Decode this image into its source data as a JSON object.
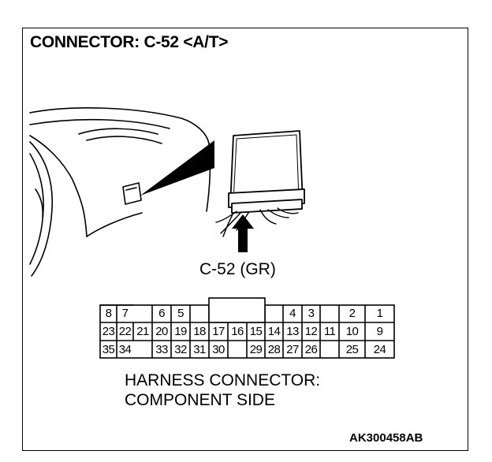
{
  "title": "CONNECTOR: C-52 <A/T>",
  "connector_label": "C-52 (GR)",
  "caption": {
    "line1": "HARNESS CONNECTOR:",
    "line2": "COMPONENT SIDE"
  },
  "code": "AK300458AB",
  "pins": {
    "row1": [
      "8",
      "7",
      "6",
      "5",
      "4",
      "3",
      "2",
      "1"
    ],
    "row2": [
      "23",
      "22",
      "21",
      "20",
      "19",
      "18",
      "17",
      "16",
      "15",
      "14",
      "13",
      "12",
      "11",
      "10",
      "9"
    ],
    "row3": [
      "35",
      "34",
      "33",
      "32",
      "31",
      "30",
      "29",
      "28",
      "27",
      "26",
      "25",
      "24"
    ]
  }
}
